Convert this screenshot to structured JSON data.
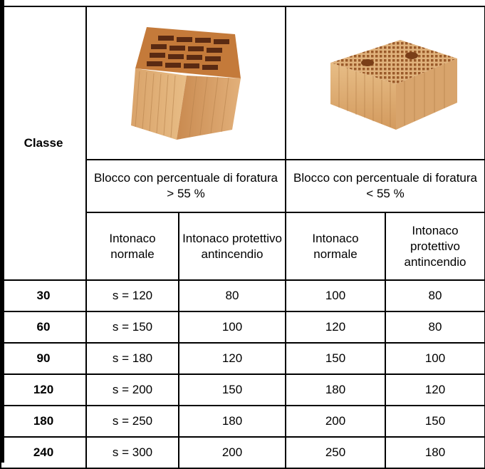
{
  "header": {
    "classe_label": "Classe",
    "group1_label": "Blocco con percentuale di foratura > 55 %",
    "group2_label": "Blocco con percentuale di foratura < 55 %",
    "col_normal": "Intonaco normale",
    "col_protective": "Intonaco protettivo antincendio"
  },
  "images": {
    "block1": "hollow-clay-brick-icon",
    "block2": "perforated-clay-block-icon"
  },
  "rows": [
    {
      "classe": "30",
      "g1_normal": "s = 120",
      "g1_protective": "80",
      "g2_normal": "100",
      "g2_protective": "80"
    },
    {
      "classe": "60",
      "g1_normal": "s = 150",
      "g1_protective": "100",
      "g2_normal": "120",
      "g2_protective": "80"
    },
    {
      "classe": "90",
      "g1_normal": "s = 180",
      "g1_protective": "120",
      "g2_normal": "150",
      "g2_protective": "100"
    },
    {
      "classe": "120",
      "g1_normal": "s = 200",
      "g1_protective": "150",
      "g2_normal": "180",
      "g2_protective": "120"
    },
    {
      "classe": "180",
      "g1_normal": "s = 250",
      "g1_protective": "180",
      "g2_normal": "200",
      "g2_protective": "150"
    },
    {
      "classe": "240",
      "g1_normal": "s = 300",
      "g1_protective": "200",
      "g2_normal": "250",
      "g2_protective": "180"
    }
  ]
}
